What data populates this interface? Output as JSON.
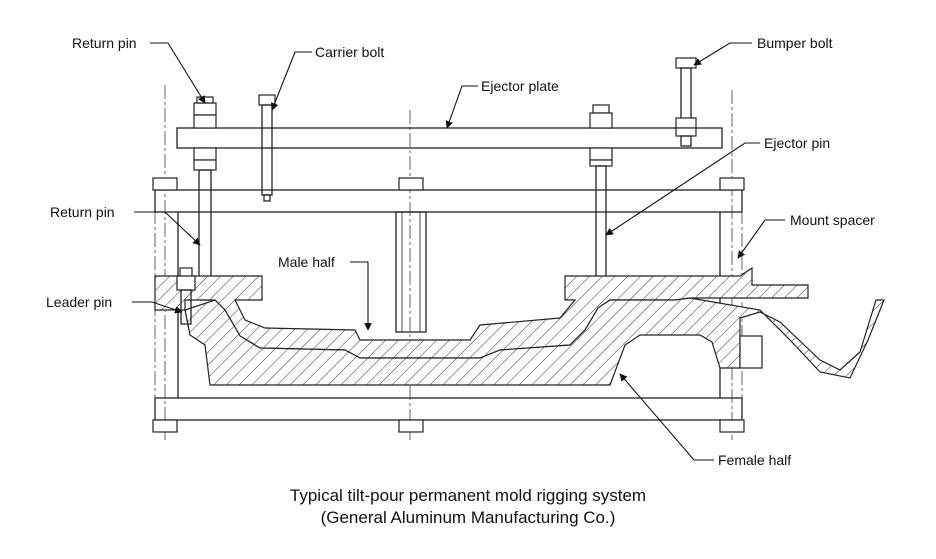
{
  "diagram": {
    "labels": {
      "return_pin_top": "Return pin",
      "carrier_bolt": "Carrier bolt",
      "ejector_plate": "Ejector plate",
      "bumper_bolt": "Bumper bolt",
      "ejector_pin": "Ejector pin",
      "return_pin_mid": "Return pin",
      "mount_spacer": "Mount spacer",
      "male_half": "Male half",
      "leader_pin": "Leader pin",
      "female_half": "Female half"
    },
    "caption": {
      "line1": "Typical tilt-pour permanent mold rigging system",
      "line2": "(General Aluminum Manufacturing Co.)"
    }
  }
}
